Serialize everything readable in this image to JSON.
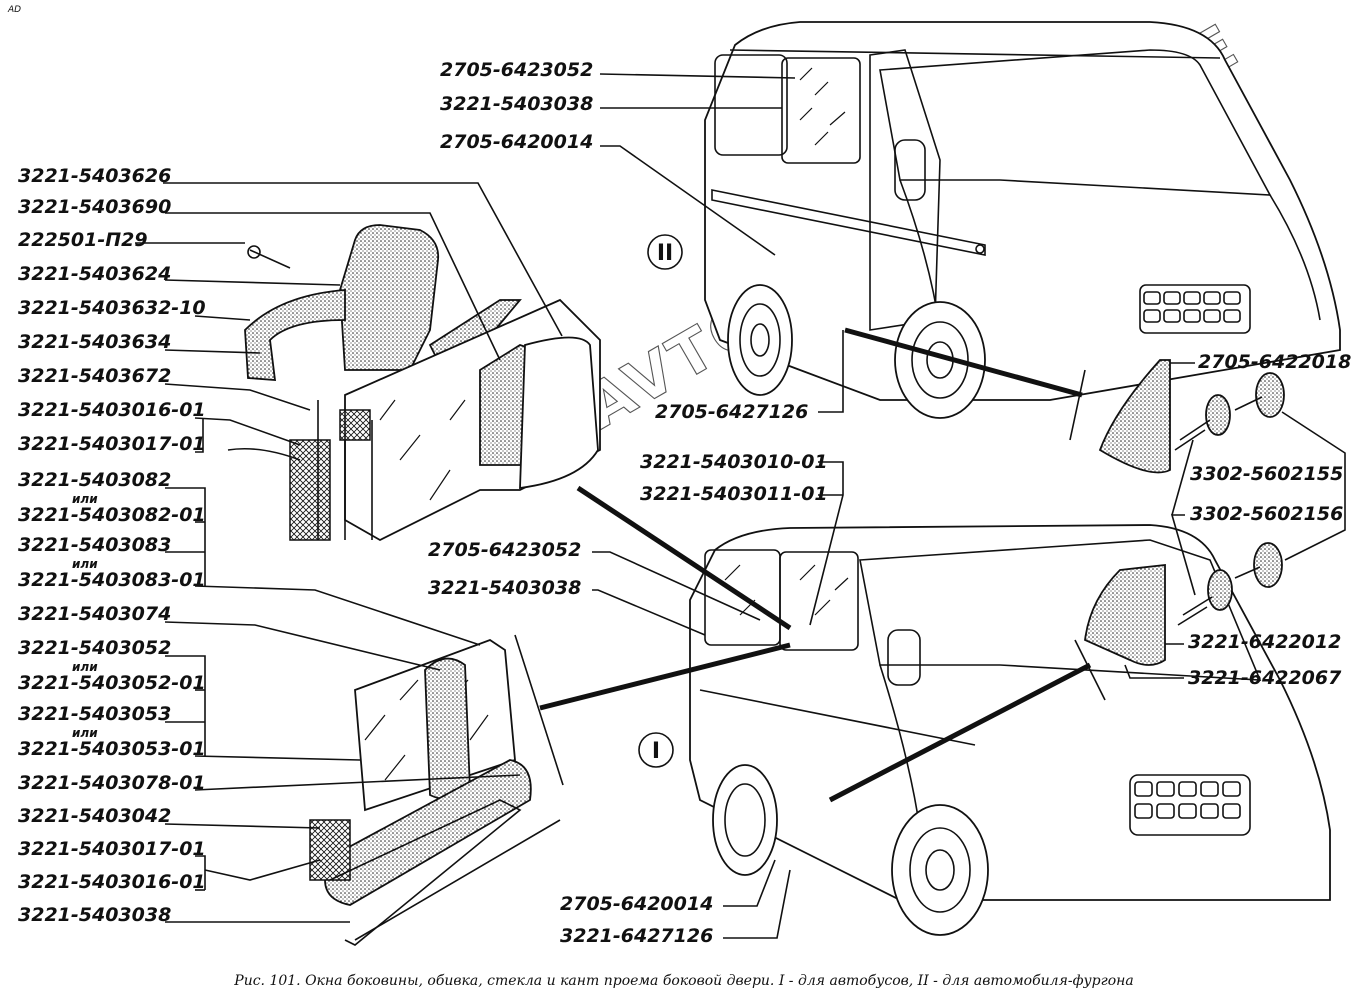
{
  "corner_mark": "AD",
  "watermark": "AVTOSKLAD.ONLINE",
  "caption": "Рис. 101. Окна боковины, обивка, стекла и кант проема боковой двери. I - для автобусов, II - для автомобиля-фургона",
  "variant_markers": {
    "van": "II",
    "bus": "I"
  },
  "or_word": "или",
  "left_labels_upper": [
    "3221-5403626",
    "3221-5403690",
    "222501-П29",
    "3221-5403624",
    "3221-5403632-10",
    "3221-5403634",
    "3221-5403672",
    "3221-5403016-01",
    "3221-5403017-01"
  ],
  "left_labels_lower": [
    {
      "primary": "3221-5403082",
      "alternative": "3221-5403082-01"
    },
    {
      "primary": "3221-5403083",
      "alternative": "3221-5403083-01"
    },
    {
      "primary": "3221-5403074"
    },
    {
      "primary": "3221-5403052",
      "alternative": "3221-5403052-01"
    },
    {
      "primary": "3221-5403053",
      "alternative": "3221-5403053-01"
    },
    {
      "primary": "3221-5403078-01"
    },
    {
      "primary": "3221-5403042"
    },
    {
      "primary": "3221-5403017-01"
    },
    {
      "primary": "3221-5403016-01"
    },
    {
      "primary": "3221-5403038"
    }
  ],
  "van_labels": [
    "2705-6423052",
    "3221-5403038",
    "2705-6420014",
    "2705-6427126"
  ],
  "bus_labels": [
    "3221-5403010-01",
    "3221-5403011-01",
    "2705-6423052",
    "3221-5403038",
    "2705-6420014",
    "3221-6427126"
  ],
  "right_labels": [
    "2705-6422018",
    "3302-5602155",
    "3302-5602156",
    "3221-6422012",
    "3221-6422067"
  ]
}
